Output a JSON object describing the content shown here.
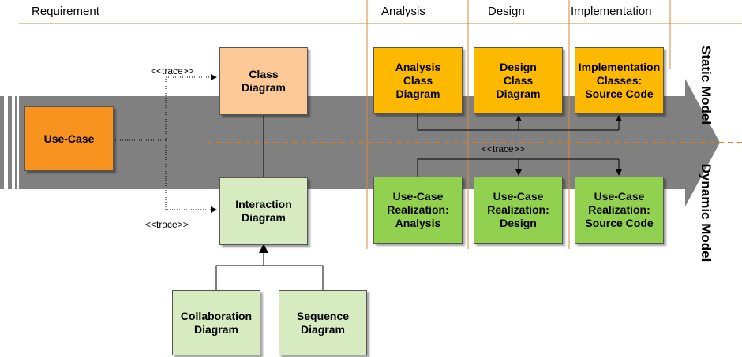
{
  "phases": {
    "requirement": "Requirement",
    "analysis": "Analysis",
    "design": "Design",
    "implementation": "Implementation"
  },
  "models": {
    "static": "Static Model",
    "dynamic": "Dynamic Model"
  },
  "boxes": {
    "use_case": "Use-Case",
    "class_diagram": "Class\nDiagram",
    "interaction_diagram": "Interaction\nDiagram",
    "collaboration_diagram": "Collaboration\nDiagram",
    "sequence_diagram": "Sequence\nDiagram",
    "analysis_class_diagram": "Analysis\nClass\nDiagram",
    "design_class_diagram": "Design\nClass\nDiagram",
    "implementation_classes": "Implementation\nClasses:\nSource Code",
    "ucr_analysis": "Use-Case\nRealization:\nAnalysis",
    "ucr_design": "Use-Case\nRealization:\nDesign",
    "ucr_source_code": "Use-Case\nRealization:\nSource Code"
  },
  "trace_labels": {
    "to_class": "<<trace>>",
    "to_interaction": "<<trace>>",
    "static_dynamic": "<<trace>>"
  },
  "colors": {
    "band": "#808080",
    "phase_line": "#d9883a",
    "use_case": "#f7931e",
    "class_diagram": "#fcc896",
    "interaction": "#d6ecc0",
    "yellow": "#fcb900",
    "green": "#92d050"
  }
}
